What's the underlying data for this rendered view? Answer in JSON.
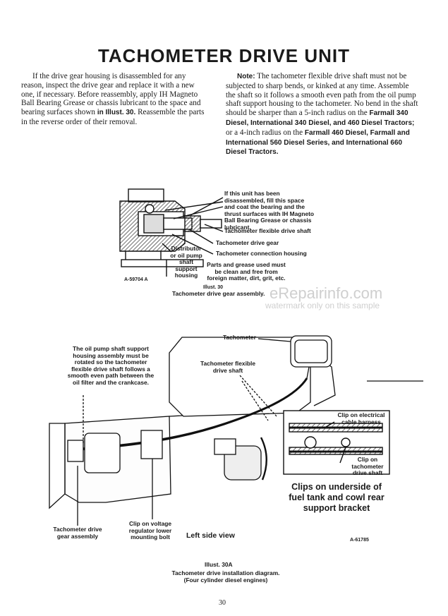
{
  "page_title": "TACHOMETER DRIVE UNIT",
  "left_paragraph": {
    "pre": "If the drive gear housing is disassembled for any reason, inspect the drive gear and replace it with a new one, if necessary. Before reassembly, apply IH Magneto Ball Bearing Grease or chassis lubricant to the space and bearing surfaces shown",
    "ref": "in Illust. 30.",
    "post": "Reassemble the parts in the reverse order of their removal."
  },
  "right_paragraph": {
    "note_label": "Note:",
    "pre": "The tachometer flexible drive shaft must not be subjected to sharp bends, or kinked at any time. Assemble the shaft so it follows a smooth even path from the oil pump shaft support housing to the tachometer. No bend in the shaft should be sharper than a 5-inch radius on the",
    "tractors1": "Farmall 340 Diesel, International 340 Diesel, and 460 Diesel Tractors;",
    "mid": "or a 4-inch radius on the",
    "tractors2": "Farmall 460 Diesel, Farmall and International 560 Diesel Series, and International 660 Diesel Tractors."
  },
  "figure1": {
    "callout_grease": "If this unit has been disassembled, fill this space and coat the bearing and the thrust surfaces with IH Magneto Ball Bearing Grease or chassis lubricant.",
    "callout_shaft": "Tachometer flexible drive shaft",
    "callout_gear": "Tachometer drive gear",
    "callout_housing": "Tachometer connection housing",
    "callout_support": "Distributor or oil pump shaft support housing",
    "callout_parts": "Parts and grease used must be clean and free from foreign matter, dirt, grit, etc.",
    "figure_number": "A-59704 A",
    "illust_label": "Illust. 30",
    "caption": "Tachometer drive gear assembly."
  },
  "watermark": {
    "site": "eRepairinfo.com",
    "note": "watermark only on this sample"
  },
  "figure2": {
    "callout_tachometer": "Tachometer",
    "callout_flex_shaft": "Tachometer flexible drive shaft",
    "callout_oil_pump": "The oil pump shaft support housing assembly must be rotated so the tachometer flexible drive shaft follows a smooth even path between the oil filter and the crankcase.",
    "callout_clip_cable": "Clip on electrical cable harness",
    "callout_clip_drive": "Clip on tachometer drive shaft",
    "callout_clips_underside": "Clips on underside of fuel tank and cowl rear support bracket",
    "callout_gear_assembly": "Tachometer drive gear assembly",
    "callout_voltage_clip": "Clip on voltage regulator lower mounting bolt",
    "view_label": "Left side view",
    "figure_number": "A-61785",
    "illust_label": "Illust. 30A",
    "caption_line1": "Tachometer drive installation diagram.",
    "caption_line2": "(Four cylinder diesel engines)"
  },
  "page_number": "30"
}
